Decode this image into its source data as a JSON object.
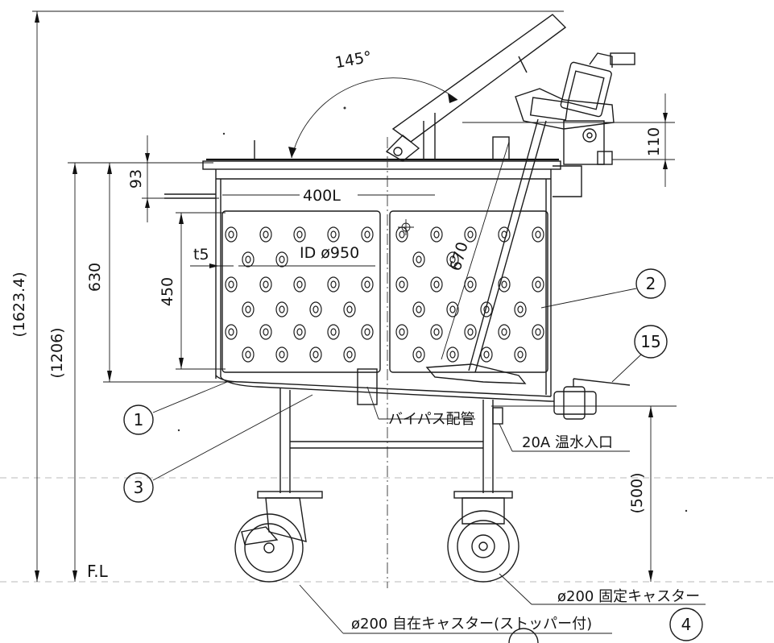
{
  "dimensions": {
    "overall_height": "(1623.4)",
    "rim_height": "(1206)",
    "body_height": "630",
    "lid_rim": "93",
    "panel_height": "450",
    "caster_height": "(500)",
    "motor_offset": "110",
    "lid_angle": "145°",
    "shaft_length": "670",
    "wall_thickness": "t5",
    "inner_diameter": "ID  ø950",
    "capacity": "400L",
    "floor_level": "F.L"
  },
  "labels": {
    "bypass_pipe": "バイパス配管",
    "hot_water_inlet": "20A  温水入口",
    "fixed_caster": "ø200  固定キャスター",
    "swivel_caster": "ø200  自在キャスター(ストッパー付)"
  },
  "part_numbers": [
    "1",
    "2",
    "3",
    "15",
    "4"
  ]
}
